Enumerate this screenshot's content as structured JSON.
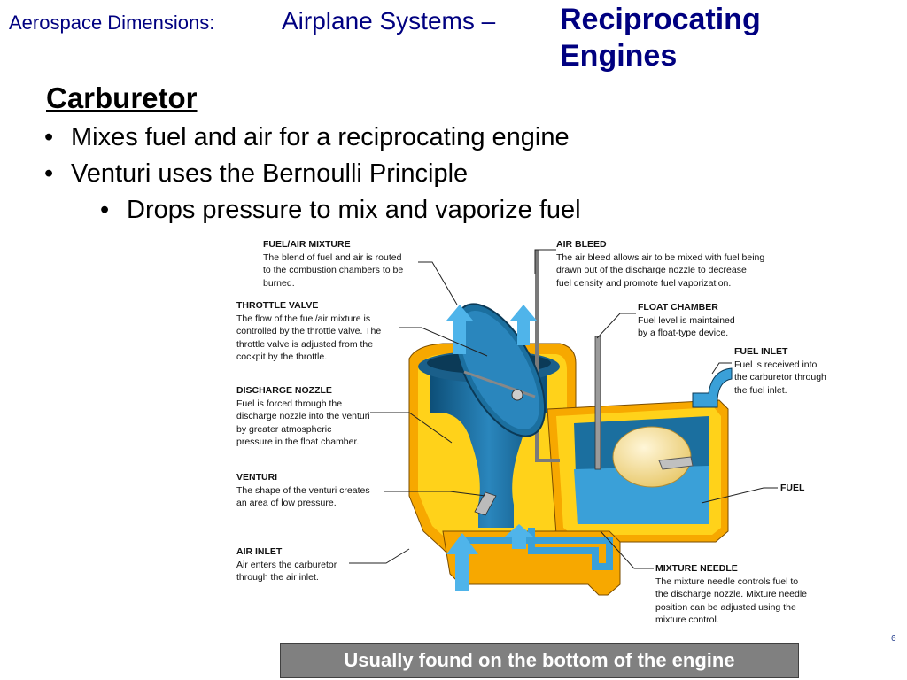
{
  "header": {
    "prefix": "Aerospace Dimensions:",
    "section": "Airplane Systems –",
    "topic_line1": "Reciprocating",
    "topic_line2": "Engines"
  },
  "slide": {
    "subtitle": "Carburetor",
    "bullets": [
      "Mixes fuel and air for a reciprocating engine",
      "Venturi uses the Bernoulli Principle",
      "Drops pressure to mix and vaporize fuel"
    ],
    "bullet_char": "•",
    "page_number": "6",
    "caption": "Usually found on the bottom of the engine"
  },
  "diagram": {
    "labels": {
      "fuel_air_mixture": {
        "title": "FUEL/AIR MIXTURE",
        "lines": [
          "The blend of fuel and air is routed",
          "to the combustion chambers to be",
          "burned."
        ]
      },
      "throttle_valve": {
        "title": "THROTTLE VALVE",
        "lines": [
          "The flow of the fuel/air mixture is",
          "controlled by the throttle valve. The",
          "throttle valve is adjusted from the",
          "cockpit by the throttle."
        ]
      },
      "discharge_nozzle": {
        "title": "DISCHARGE NOZZLE",
        "lines": [
          "Fuel is forced through the",
          "discharge nozzle into the venturi",
          "by greater atmospheric",
          "pressure in the float chamber."
        ]
      },
      "venturi": {
        "title": "VENTURI",
        "lines": [
          "The shape of the venturi creates",
          "an area of low pressure."
        ]
      },
      "air_inlet": {
        "title": "AIR INLET",
        "lines": [
          "Air enters the carburetor",
          "through the air inlet."
        ]
      },
      "air_bleed": {
        "title": "AIR BLEED",
        "lines": [
          "The air bleed allows air to be mixed with fuel being",
          "drawn out of the discharge nozzle to decrease",
          "fuel density and promote fuel vaporization."
        ]
      },
      "float_chamber": {
        "title": "FLOAT CHAMBER",
        "lines": [
          "Fuel level is maintained",
          "by a float-type device."
        ]
      },
      "fuel_inlet": {
        "title": "FUEL INLET",
        "lines": [
          "Fuel is received into",
          "the carburetor through",
          "the fuel inlet."
        ]
      },
      "fuel": {
        "title": "FUEL",
        "lines": []
      },
      "mixture_needle": {
        "title": "MIXTURE NEEDLE",
        "lines": [
          "The mixture needle controls fuel to",
          "the discharge nozzle. Mixture needle",
          "position can be adjusted using the",
          "mixture control."
        ]
      }
    }
  },
  "colors": {
    "title_blue": "#000080",
    "housing_orange": "#f7a800",
    "housing_yellow": "#ffd21a",
    "interior_blue": "#1b6f9f",
    "fuel_blue": "#3aa0d8",
    "arrow_blue": "#4fb4ea",
    "caption_bg": "#808080"
  }
}
